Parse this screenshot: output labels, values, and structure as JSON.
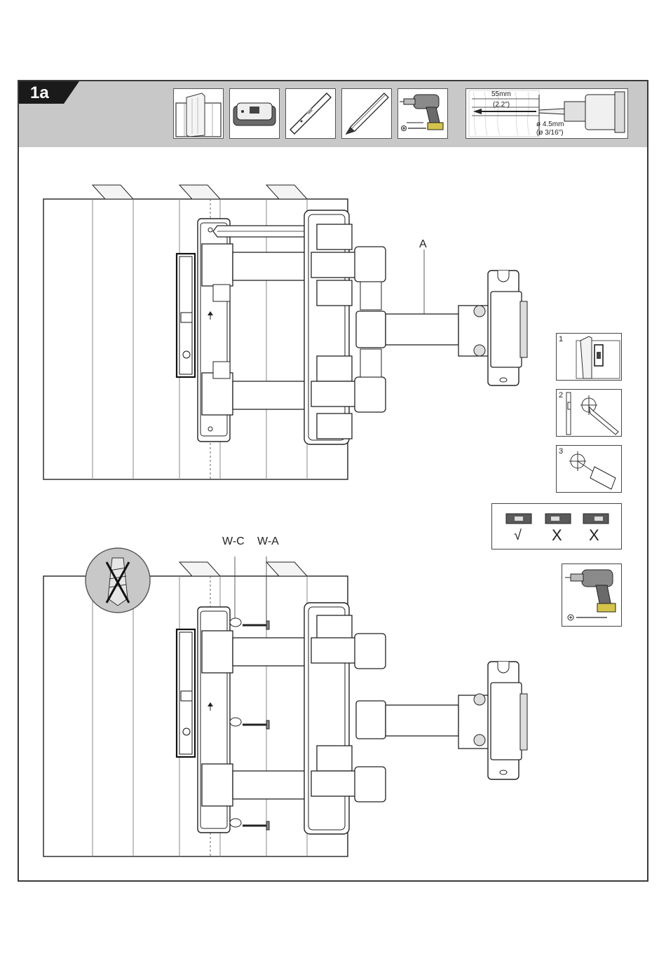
{
  "step": {
    "label": "1a"
  },
  "drill_spec": {
    "depth_mm": "55mm",
    "depth_in": "(2.2\")",
    "bit_mm": "ø 4.5mm",
    "bit_in": "(ø 3/16\")"
  },
  "callouts": {
    "arm": "A",
    "washer": "W-C",
    "screw": "W-A"
  },
  "substeps": [
    "1",
    "2",
    "3"
  ],
  "level_check": {
    "ok": "√",
    "bad1": "X",
    "bad2": "X"
  },
  "icons": [
    "wood-stud-icon",
    "stud-finder-icon",
    "level-icon",
    "pencil-icon",
    "drill-icon",
    "no-anchor-icon"
  ]
}
